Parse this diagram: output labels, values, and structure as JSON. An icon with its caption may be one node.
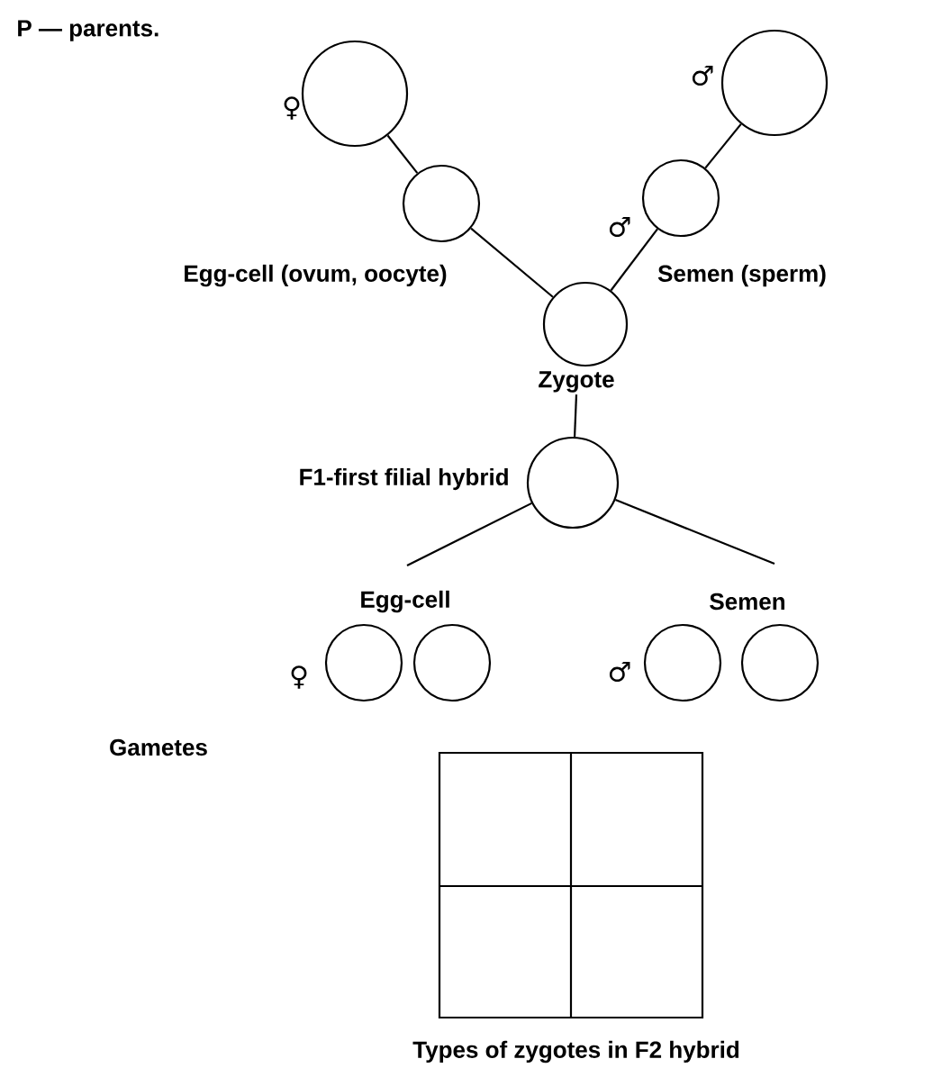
{
  "diagram": {
    "caption": "Types of zygotes in F2 hybrid",
    "nodes": [
      {
        "text": [],
        "shape": "circle",
        "beside": [
          "♀"
        ]
      },
      {
        "text": [],
        "shape": "circle",
        "beside": [
          "♂"
        ]
      },
      {
        "text": [],
        "shape": "circle",
        "beside": [
          "Egg-cell (ovum, oocyte)"
        ]
      },
      {
        "text": [],
        "shape": "circle",
        "beside": [
          "♂",
          "Semen (sperm)"
        ]
      },
      {
        "text": [],
        "shape": "circle",
        "beside": [
          "Zygote"
        ]
      },
      {
        "text": [],
        "shape": "circle",
        "beside": [
          "F1-first filial hybrid"
        ]
      },
      {
        "text": [],
        "shape": "circle",
        "beside": [
          "♀"
        ]
      },
      {
        "text": [],
        "shape": "circle"
      },
      {
        "text": [],
        "shape": "circle",
        "beside": [
          "♂"
        ]
      },
      {
        "text": [],
        "shape": "circle"
      }
    ],
    "edges": [
      {
        "from": 0,
        "to": 2,
        "arrow": "none"
      },
      {
        "from": 2,
        "to": 4,
        "arrow": "none"
      },
      {
        "from": 1,
        "to": 3,
        "arrow": "none"
      },
      {
        "from": 3,
        "to": 4,
        "arrow": "none"
      },
      {
        "from": 4,
        "to": 5,
        "arrow": "none"
      },
      {
        "from": 5,
        "to": null,
        "arrow": "none"
      },
      {
        "from": 5,
        "to": null,
        "arrow": "none"
      }
    ],
    "labels": [
      "P — parents.",
      "Egg-cell",
      "Semen",
      "Gametes"
    ]
  }
}
